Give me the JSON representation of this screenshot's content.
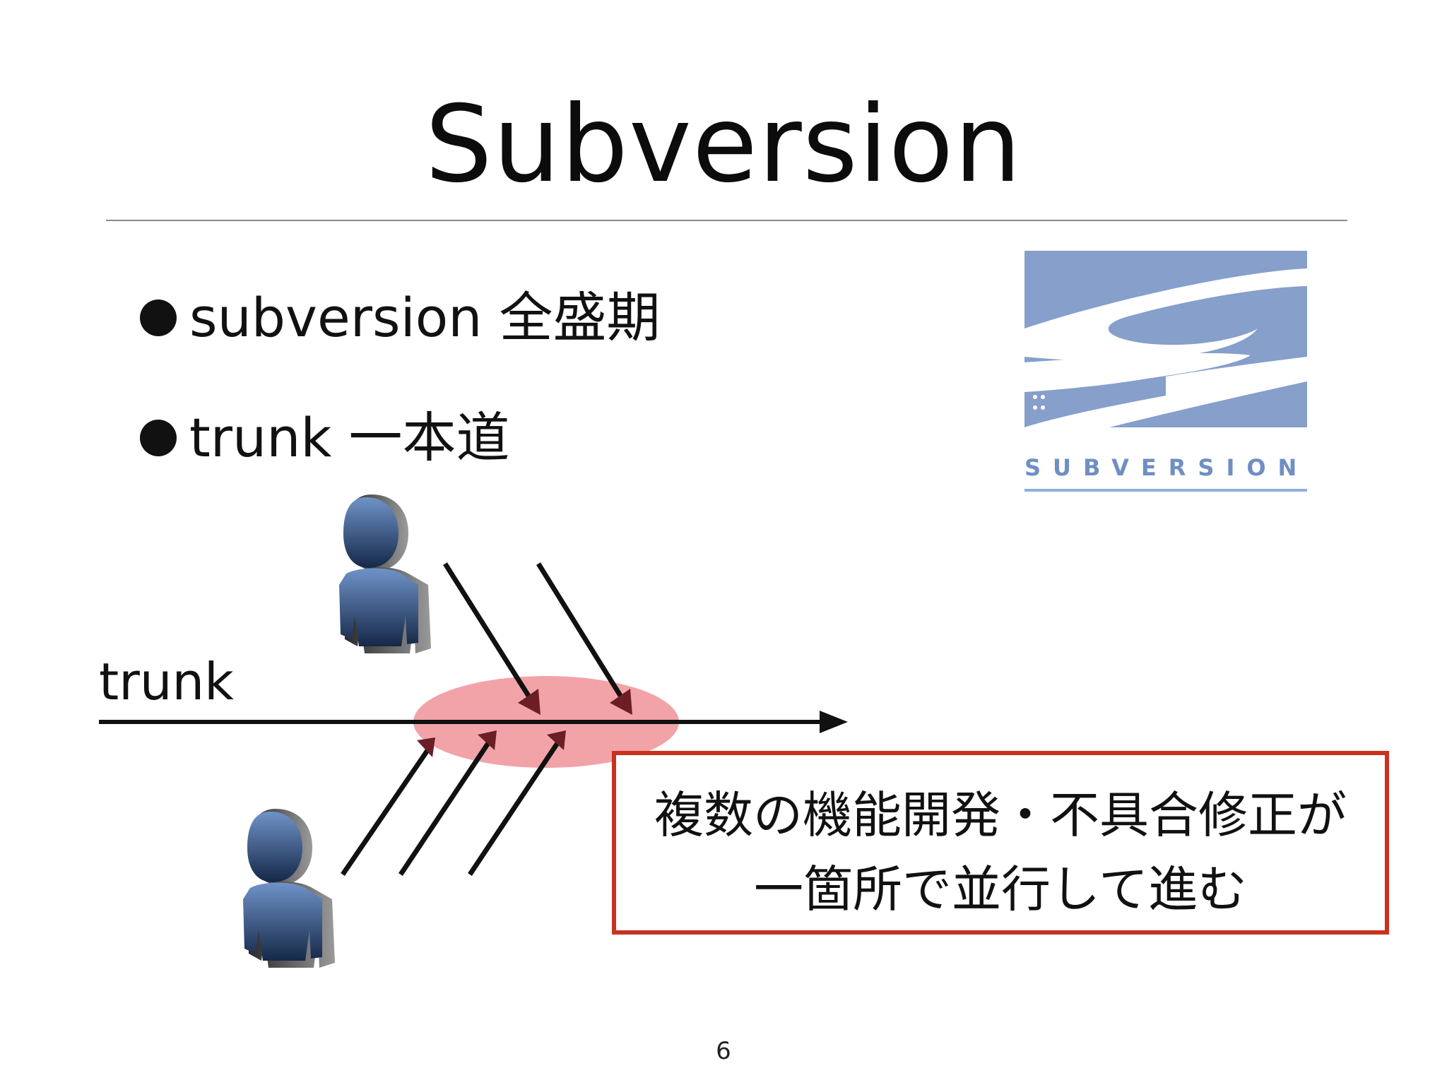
{
  "slide": {
    "title": "Subversion",
    "page_number": "6"
  },
  "bullets": [
    {
      "text": "subversion 全盛期"
    },
    {
      "text": "trunk 一本道"
    }
  ],
  "logo": {
    "text": "SUBVERSION",
    "colors": {
      "band": "#869fcb",
      "text": "#6f8fc3",
      "underline": "#8fb0dc"
    }
  },
  "diagram": {
    "trunk_label": "trunk",
    "icons": [
      "user-icon",
      "user-icon"
    ],
    "colors": {
      "line": "#111111",
      "highlight": "#f2a3a8",
      "arrowhead": "#6b1f25",
      "callout_border": "#c8321f"
    }
  },
  "callout": {
    "line1": "複数の機能開発・不具合修正が",
    "line2": "一箇所で並行して進む"
  }
}
